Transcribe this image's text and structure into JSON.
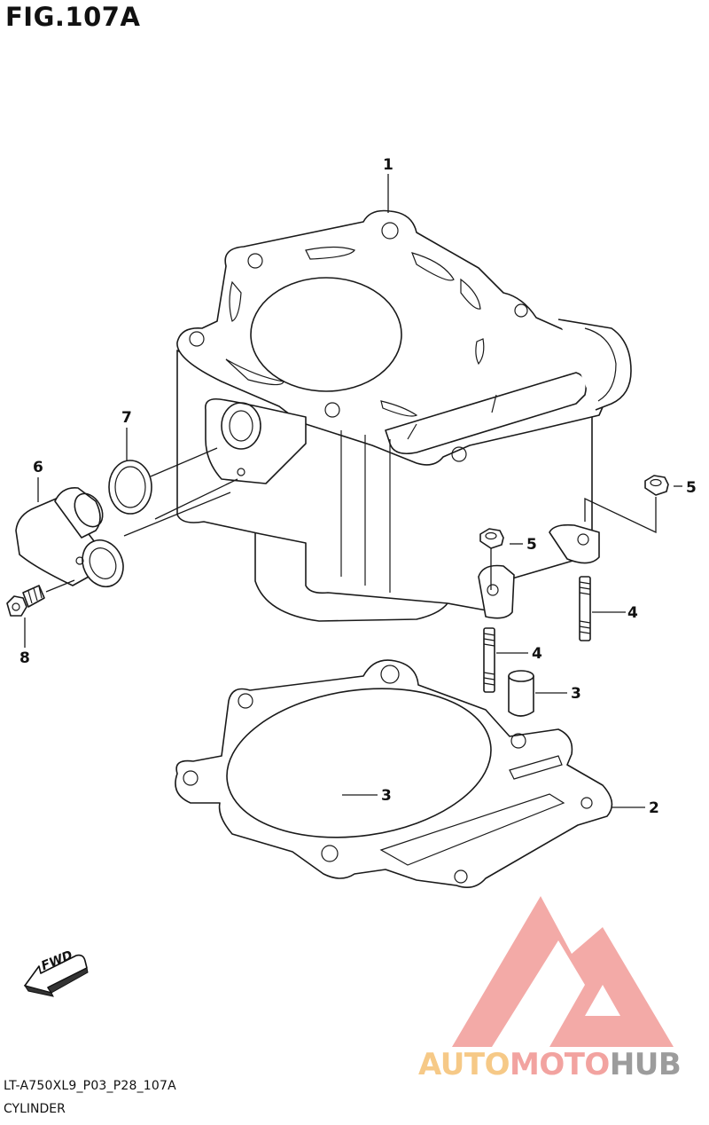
{
  "figure": {
    "title": "FIG.107A",
    "code": "LT-A750XL9_P03_P28_107A",
    "name": "CYLINDER"
  },
  "callouts": [
    "1",
    "2",
    "3",
    "3",
    "4",
    "4",
    "5",
    "5",
    "6",
    "7",
    "8"
  ],
  "fwd_label": "FWD",
  "logo": {
    "part1": "AUTO",
    "part2": "MOTO",
    "part3": "HUB",
    "colors": {
      "auto": "#f6c987",
      "moto": "#f2a3a0",
      "hub": "#9c9c9c"
    }
  },
  "icons": [
    "fwd-arrow-icon",
    "automotohub-logo-icon"
  ]
}
